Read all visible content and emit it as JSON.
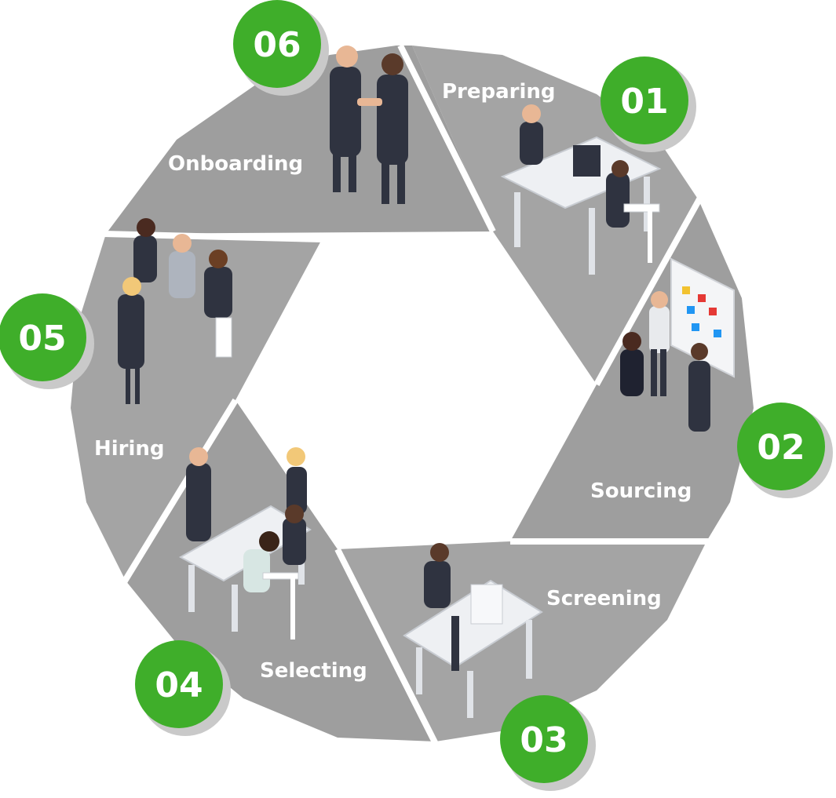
{
  "colors": {
    "ring": "#9e9e9e",
    "ring_light": "#bdbdbd",
    "ring_shadow": "#d6d6d6",
    "badge": "#3fae2a",
    "badge_shadow": "#c9c9c9",
    "label": "#ffffff",
    "suit": "#2f3340",
    "desk": "#eef0f3",
    "skin": "#e8b795"
  },
  "stages": [
    {
      "number": "01",
      "label": "Preparing",
      "icon": "office-desk-icon"
    },
    {
      "number": "02",
      "label": "Sourcing",
      "icon": "flowchart-board-icon"
    },
    {
      "number": "03",
      "label": "Screening",
      "icon": "phone-interview-icon"
    },
    {
      "number": "04",
      "label": "Selecting",
      "icon": "interview-table-icon"
    },
    {
      "number": "05",
      "label": "Hiring",
      "icon": "waiting-candidates-icon"
    },
    {
      "number": "06",
      "label": "Onboarding",
      "icon": "handshake-icon"
    }
  ]
}
